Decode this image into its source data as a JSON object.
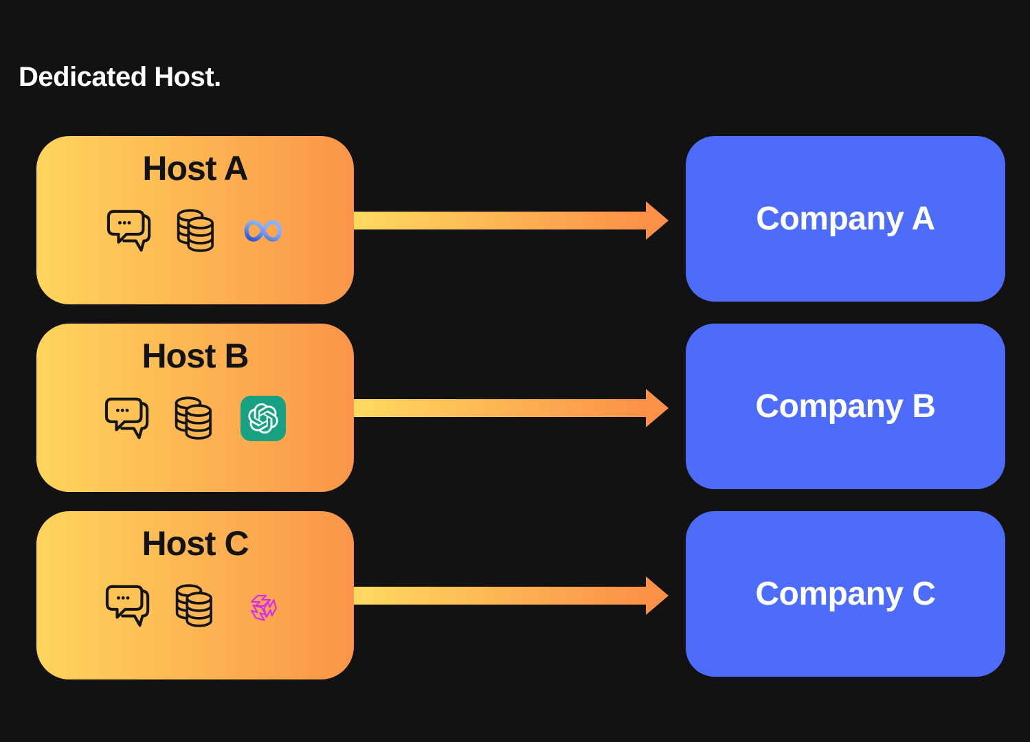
{
  "title": "Dedicated Host.",
  "rows": [
    {
      "host": {
        "title": "Host A",
        "icons": [
          "chat-icon",
          "database-icon",
          "meta-logo-icon"
        ]
      },
      "company": {
        "label": "Company A"
      }
    },
    {
      "host": {
        "title": "Host B",
        "icons": [
          "chat-icon",
          "database-icon",
          "openai-logo-icon"
        ]
      },
      "company": {
        "label": "Company B"
      }
    },
    {
      "host": {
        "title": "Host C",
        "icons": [
          "chat-icon",
          "database-icon",
          "knot-logo-icon"
        ]
      },
      "company": {
        "label": "Company C"
      }
    }
  ],
  "colors": {
    "background": "#121213",
    "host_gradient_start": "#FFD55C",
    "host_gradient_end": "#FA9549",
    "company_blue": "#4D6CFA",
    "arrow_gradient_start": "#FFDA60",
    "arrow_gradient_end": "#FB9048",
    "icon_stroke": "#141414",
    "openai_green": "#17A081",
    "knot_magenta": "#D52BF2",
    "meta_blue_dark": "#2050CC",
    "meta_blue_light": "#8FB1F4",
    "title_text": "#FFFFFF",
    "host_text": "#131313",
    "company_text": "#FFFFFF"
  }
}
